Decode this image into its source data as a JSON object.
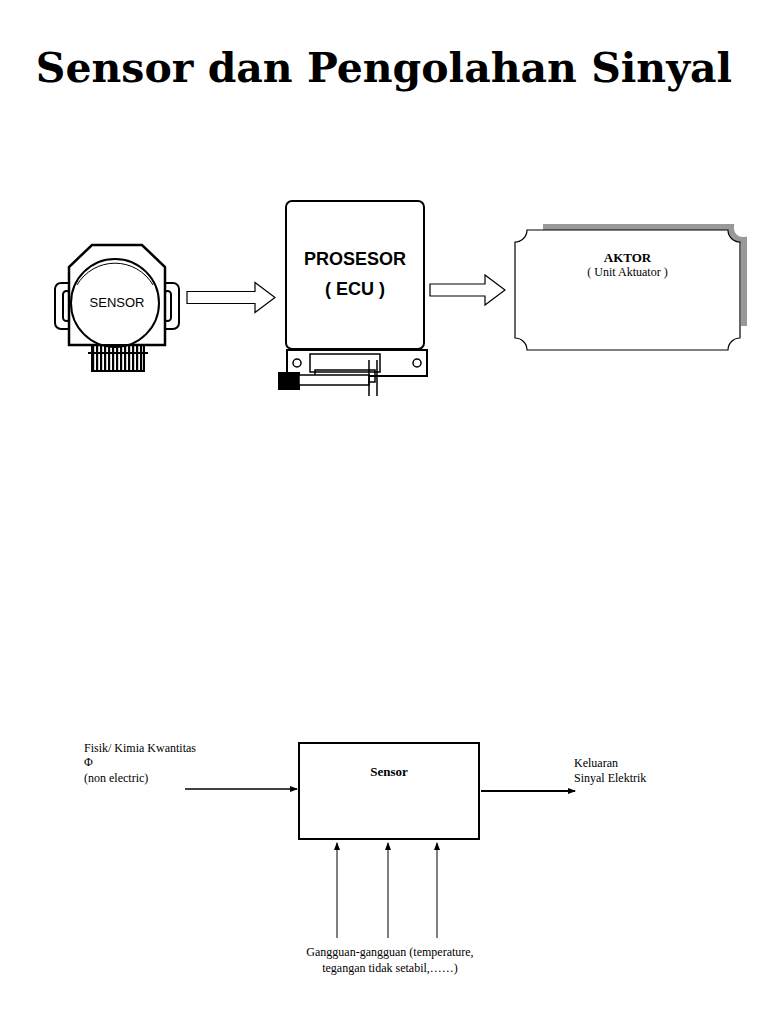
{
  "diagram": {
    "title": "Sensor dan Pengolahan Sinyal",
    "nodes": [
      {
        "text": [
          "SENSOR"
        ]
      },
      {
        "text": [
          "PROSESOR ( ECU )"
        ]
      },
      {
        "text": [
          "AKTOR",
          "( Unit Aktuator )"
        ]
      },
      {
        "text": [
          "Sensor"
        ]
      }
    ],
    "edges": [
      {
        "from": 0,
        "to": 1,
        "arrow": "to"
      },
      {
        "from": 1,
        "to": 2,
        "arrow": "to"
      }
    ],
    "labels": [
      "Fisik/ Kimia Kwantitas",
      "Φ",
      "(non electric)",
      "Keluaran",
      "Sinyal Elektrik",
      "Gangguan-gangguan (temperature,",
      "tegangan tidak setabil,……)"
    ]
  }
}
